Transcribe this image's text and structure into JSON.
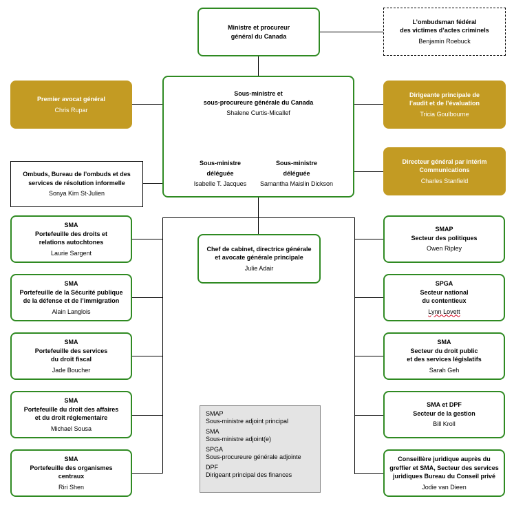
{
  "minister": {
    "title_line1": "Ministre et procureur",
    "title_line2": "général du Canada"
  },
  "ombudsman": {
    "title_line1": "L’ombudsman fédéral",
    "title_line2": "des victimes d’actes criminels",
    "name": "Benjamin Roebuck"
  },
  "deputy": {
    "title_line1": "Sous-ministre et",
    "title_line2": "sous-procureure générale du Canada",
    "name": "Shalene Curtis-Micallef"
  },
  "associates": [
    {
      "title_line1": "Sous-ministre",
      "title_line2": "déléguée",
      "name": "Isabelle T. Jacques"
    },
    {
      "title_line1": "Sous-ministre",
      "title_line2": "déléguée",
      "name": "Samantha Maislin Dickson"
    }
  ],
  "chief_counsel": {
    "title": "Premier avocat général",
    "name": "Chris Rupar"
  },
  "audit": {
    "title_line1": "Dirigeante principale de",
    "title_line2": "l’audit et de l’évaluation",
    "name": "Tricia Goulbourne"
  },
  "communications": {
    "title_line1": "Directeur général par intérim",
    "title_line2": "Communications",
    "name": "Charles Stanfield"
  },
  "ombuds_office": {
    "title_line1": "Ombuds, Bureau de l’ombuds et des",
    "title_line2": "services de résolution informelle",
    "name": "Sonya Kim St-Julien"
  },
  "chief_of_staff": {
    "title_line1": "Chef de cabinet, directrice générale",
    "title_line2": "et avocate générale principale",
    "name": "Julie Adair"
  },
  "left_boxes": [
    {
      "abbr": "SMA",
      "line1": "Portefeuille des droits et",
      "line2": "relations autochtones",
      "name": "Laurie Sargent"
    },
    {
      "abbr": "SMA",
      "line1": "Portefeuille de la Sécurité publique",
      "line2": "de la défense et de l’immigration",
      "name": "Alain Langlois"
    },
    {
      "abbr": "SMA",
      "line1": "Portefeuille des services",
      "line2": "du droit fiscal",
      "name": "Jade Boucher"
    },
    {
      "abbr": "SMA",
      "line1": "Portefeuille du droit des affaires",
      "line2": "et du droit réglementaire",
      "name": "Michael Sousa"
    },
    {
      "abbr": "SMA",
      "line1": "Portefeuille des organismes",
      "line2": "centraux",
      "name": "Riri Shen"
    }
  ],
  "right_boxes": [
    {
      "abbr": "SMAP",
      "line1": "Secteur des politiques",
      "line2": "",
      "name": "Owen Ripley"
    },
    {
      "abbr": "SPGA",
      "line1": "Secteur national",
      "line2": "du contentieux",
      "name": "Lynn Lovett"
    },
    {
      "abbr": "SMA",
      "line1": "Secteur du droit public",
      "line2": "et des services législatifs",
      "name": "Sarah Geh"
    },
    {
      "abbr": "SMA et DPF",
      "line1": "Secteur de la gestion",
      "line2": "",
      "name": "Bill Kroll"
    },
    {
      "abbr": "Conseillère juridique auprès du",
      "line1": "greffier et SMA, Secteur des services",
      "line2": "juridiques Bureau du Conseil privé",
      "name": "Jodie van Dieen"
    }
  ],
  "legend": [
    {
      "abbr": "SMAP",
      "meaning": "Sous-ministre adjoint principal"
    },
    {
      "abbr": "SMA",
      "meaning": "Sous-ministre adjoint(e)"
    },
    {
      "abbr": "SPGA",
      "meaning": "Sous-procureure générale adjointe"
    },
    {
      "abbr": "DPF",
      "meaning": "Dirigeant principal des finances"
    }
  ]
}
